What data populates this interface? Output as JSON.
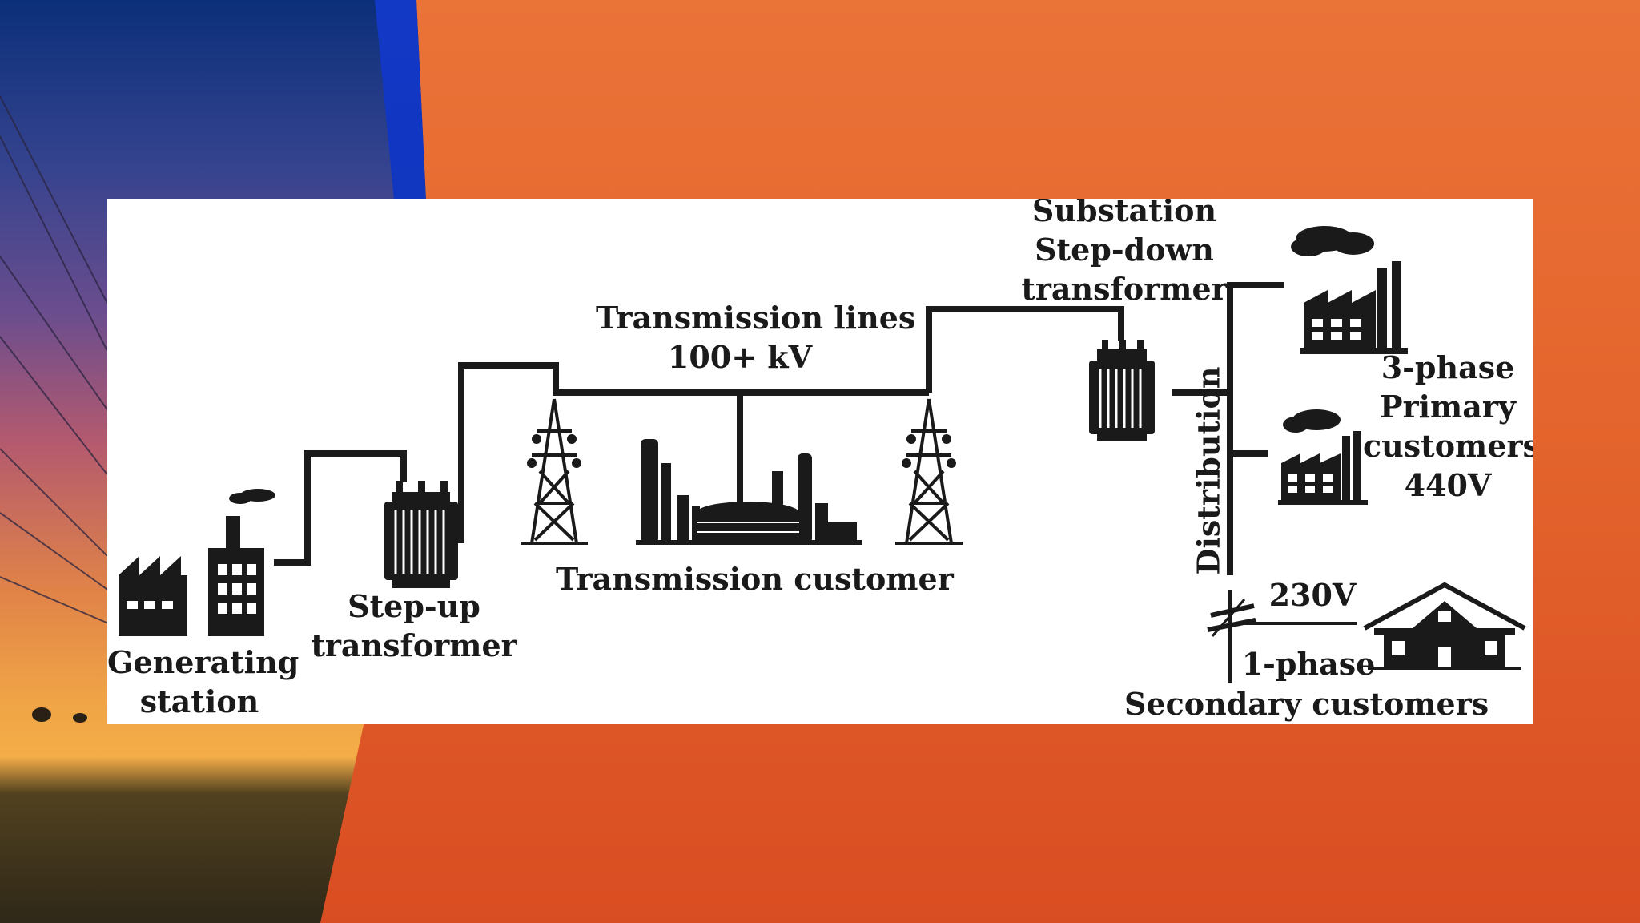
{
  "colors": {
    "ink": "#1a1a1a",
    "panel": "#ffffff",
    "background": "#e2622b",
    "accent_blue": "#1238c6"
  },
  "diagram": {
    "generating_station": {
      "line1": "Generating",
      "line2": "station"
    },
    "step_up": {
      "line1": "Step-up",
      "line2": "transformer"
    },
    "transmission_lines": {
      "line1": "Transmission lines",
      "line2": "100+ kV"
    },
    "transmission_customer": "Transmission customer",
    "substation": {
      "line1": "Substation",
      "line2": "Step-down",
      "line3": "transformer"
    },
    "primary": {
      "line1": "3-phase",
      "line2": "Primary",
      "line3": "customers",
      "line4": "440V"
    },
    "distribution": "Distribution",
    "v230": "230V",
    "one_phase": "1-phase",
    "secondary": "Secondary customers"
  }
}
